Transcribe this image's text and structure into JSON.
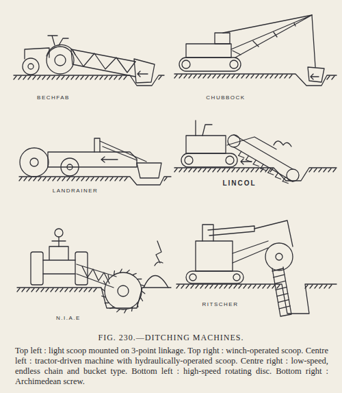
{
  "diagram": {
    "title": "FIG. 230.—DITCHING MACHINES.",
    "caption": "Top left : light scoop mounted on 3-point linkage. Top right : winch-operated scoop. Centre left : tractor-driven machine with hydraulically-operated scoop. Centre right : low-speed, endless chain and bucket type. Bottom left : high-speed rotating disc. Bottom right : Archimedean screw.",
    "labels": [
      "BECHFAB",
      "CHUBBOCK",
      "LANDRAINER",
      "LINCOL",
      "N.I.A.E",
      "RITSCHER"
    ]
  }
}
